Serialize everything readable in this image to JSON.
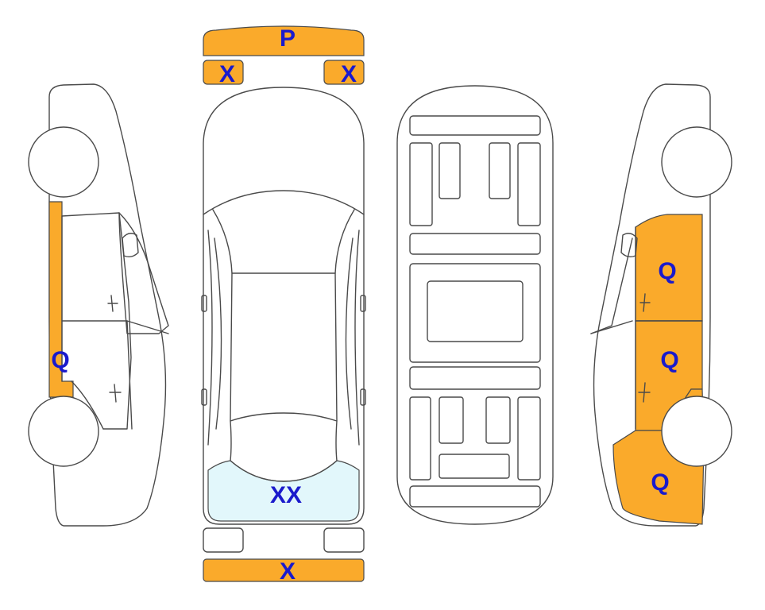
{
  "colors": {
    "damage": "#FAAA2B",
    "glass_damage": "#E2F7FB",
    "label": "#1A1ACC",
    "outline": "#4a4a4a"
  },
  "labels": {
    "front_bumper": "P",
    "front_left_light": "X",
    "front_right_light": "X",
    "windshield": "XX",
    "rear_bumper": "X",
    "left_rocker": "Q",
    "right_front_door": "Q",
    "right_rear_door": "Q",
    "right_rear_fender": "Q"
  }
}
